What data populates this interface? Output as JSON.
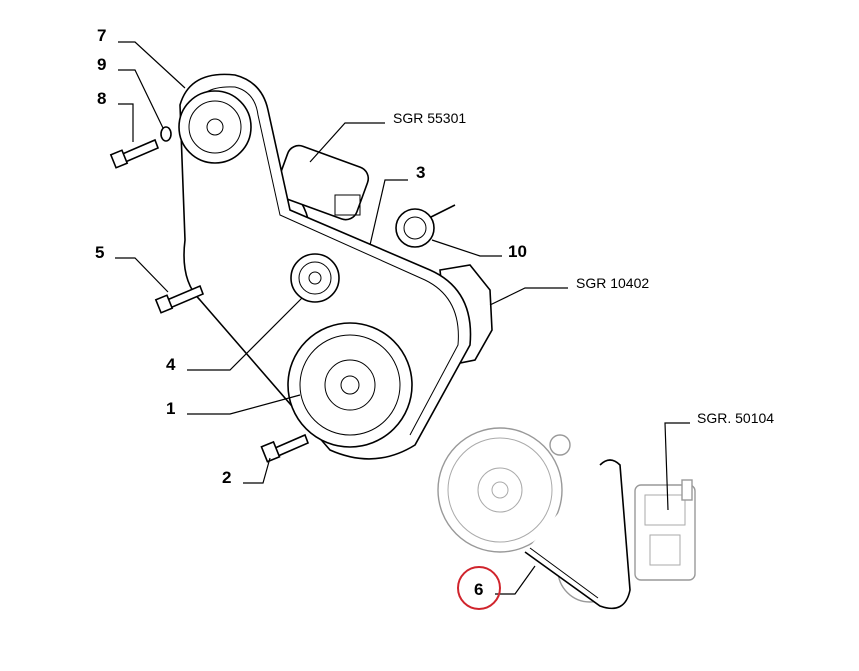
{
  "diagram": {
    "callouts": [
      {
        "id": "7",
        "label": "7"
      },
      {
        "id": "9",
        "label": "9"
      },
      {
        "id": "8",
        "label": "8"
      },
      {
        "id": "5",
        "label": "5"
      },
      {
        "id": "4",
        "label": "4"
      },
      {
        "id": "1",
        "label": "1"
      },
      {
        "id": "2",
        "label": "2"
      },
      {
        "id": "3",
        "label": "3"
      },
      {
        "id": "10",
        "label": "10"
      },
      {
        "id": "6",
        "label": "6",
        "highlighted": true
      }
    ],
    "references": [
      {
        "label": "SGR 55301"
      },
      {
        "label": "SGR 10402"
      },
      {
        "label": "SGR. 50104"
      }
    ],
    "highlight_color": "#d0242c"
  }
}
